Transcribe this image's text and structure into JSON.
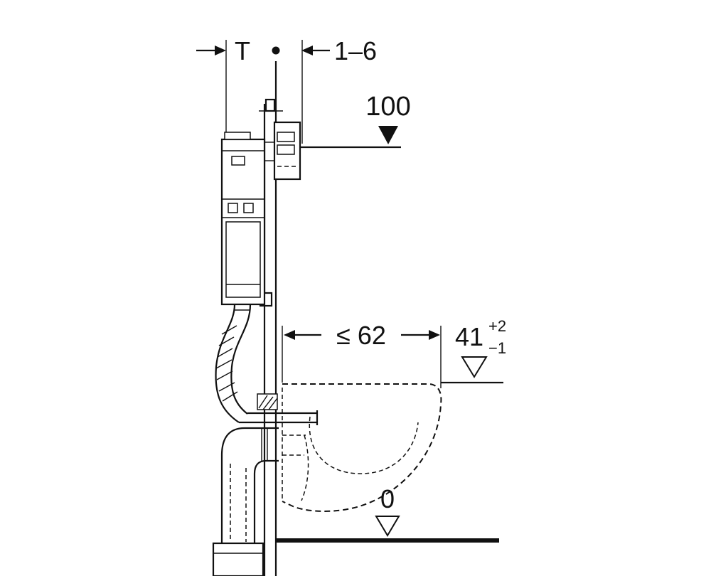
{
  "page": {
    "background": "#ffffff",
    "line_color": "#111111"
  },
  "dimensions": {
    "top_offset": {
      "label": "T"
    },
    "wall_thickness_range": {
      "label": "1–6"
    },
    "actuator_height": {
      "label": "100"
    },
    "pan_depth": {
      "label": "≤ 62"
    },
    "rim_height": {
      "label": "41",
      "tolerance_plus": "+2",
      "tolerance_minus": "−1"
    },
    "floor_level": {
      "label": "0"
    }
  }
}
